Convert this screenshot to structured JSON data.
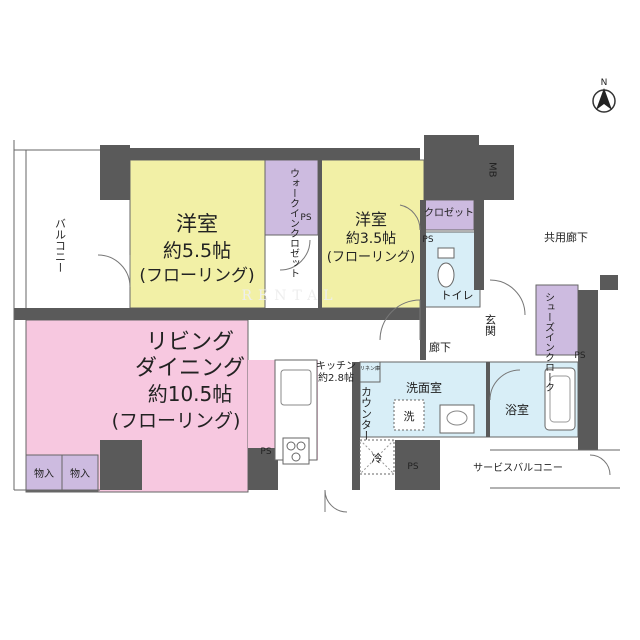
{
  "north": "N",
  "rooms": {
    "western1": {
      "name": "洋室",
      "size": "約5.5帖",
      "floor": "(フローリング)"
    },
    "western2": {
      "name": "洋室",
      "size": "約3.5帖",
      "floor": "(フローリング)"
    },
    "walkin_closet": "ウォークインクロゼット",
    "living": {
      "line1": "リビング",
      "line2": "ダイニング",
      "size": "約10.5帖",
      "floor": "(フローリング)"
    },
    "kitchen": {
      "name": "キッチン",
      "size": "約2.8帖"
    },
    "counter": "カウンター",
    "linen": "リネン庫",
    "washroom": "洗面室",
    "washer": "洗",
    "bath": "浴室",
    "toilet": "トイレ",
    "closet": "クロゼット",
    "hall": "廊下",
    "entrance": "玄関",
    "shoes_closet": "シューズインクローク",
    "storage1": "物入",
    "storage2": "物入",
    "fridge": "冷",
    "balcony": "バルコニー",
    "service_balcony": "サービスバルコニー",
    "common_corridor": "共用廊下",
    "mb": "MB",
    "ps": "PS"
  },
  "colors": {
    "western": "#f2f0a6",
    "living": "#f7c8e0",
    "wet": "#d8eef7",
    "storage": "#cdbbe0",
    "wall": "#5a5a5a"
  }
}
